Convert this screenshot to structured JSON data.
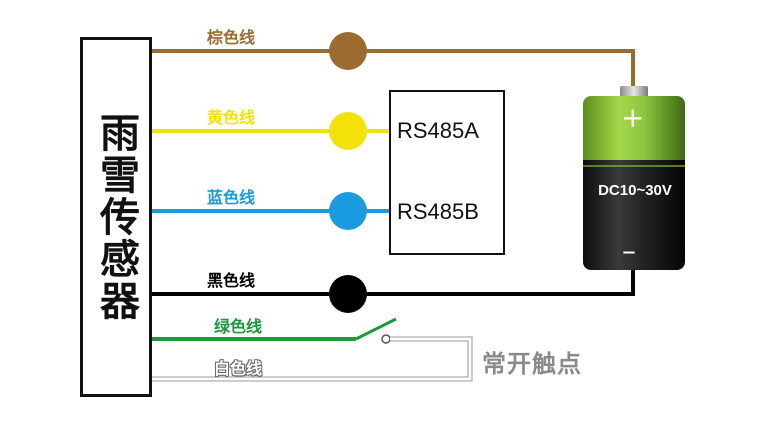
{
  "sensor": {
    "title": "雨雪传感器"
  },
  "wires": [
    {
      "label": "棕色线",
      "color": "#9b6b2f"
    },
    {
      "label": "黄色线",
      "color": "#f2e20a"
    },
    {
      "label": "蓝色线",
      "color": "#1a9be0"
    },
    {
      "label": "黑色线",
      "color": "#000000"
    },
    {
      "label": "绿色线",
      "color": "#1a9a3a"
    },
    {
      "label": "白色线",
      "color": "#ffffff"
    }
  ],
  "rs485": {
    "a_label": "RS485A",
    "b_label": "RS485B"
  },
  "battery": {
    "voltage": "DC10~30V",
    "plus": "+",
    "minus": "–"
  },
  "contact": {
    "label": "常开触点"
  }
}
